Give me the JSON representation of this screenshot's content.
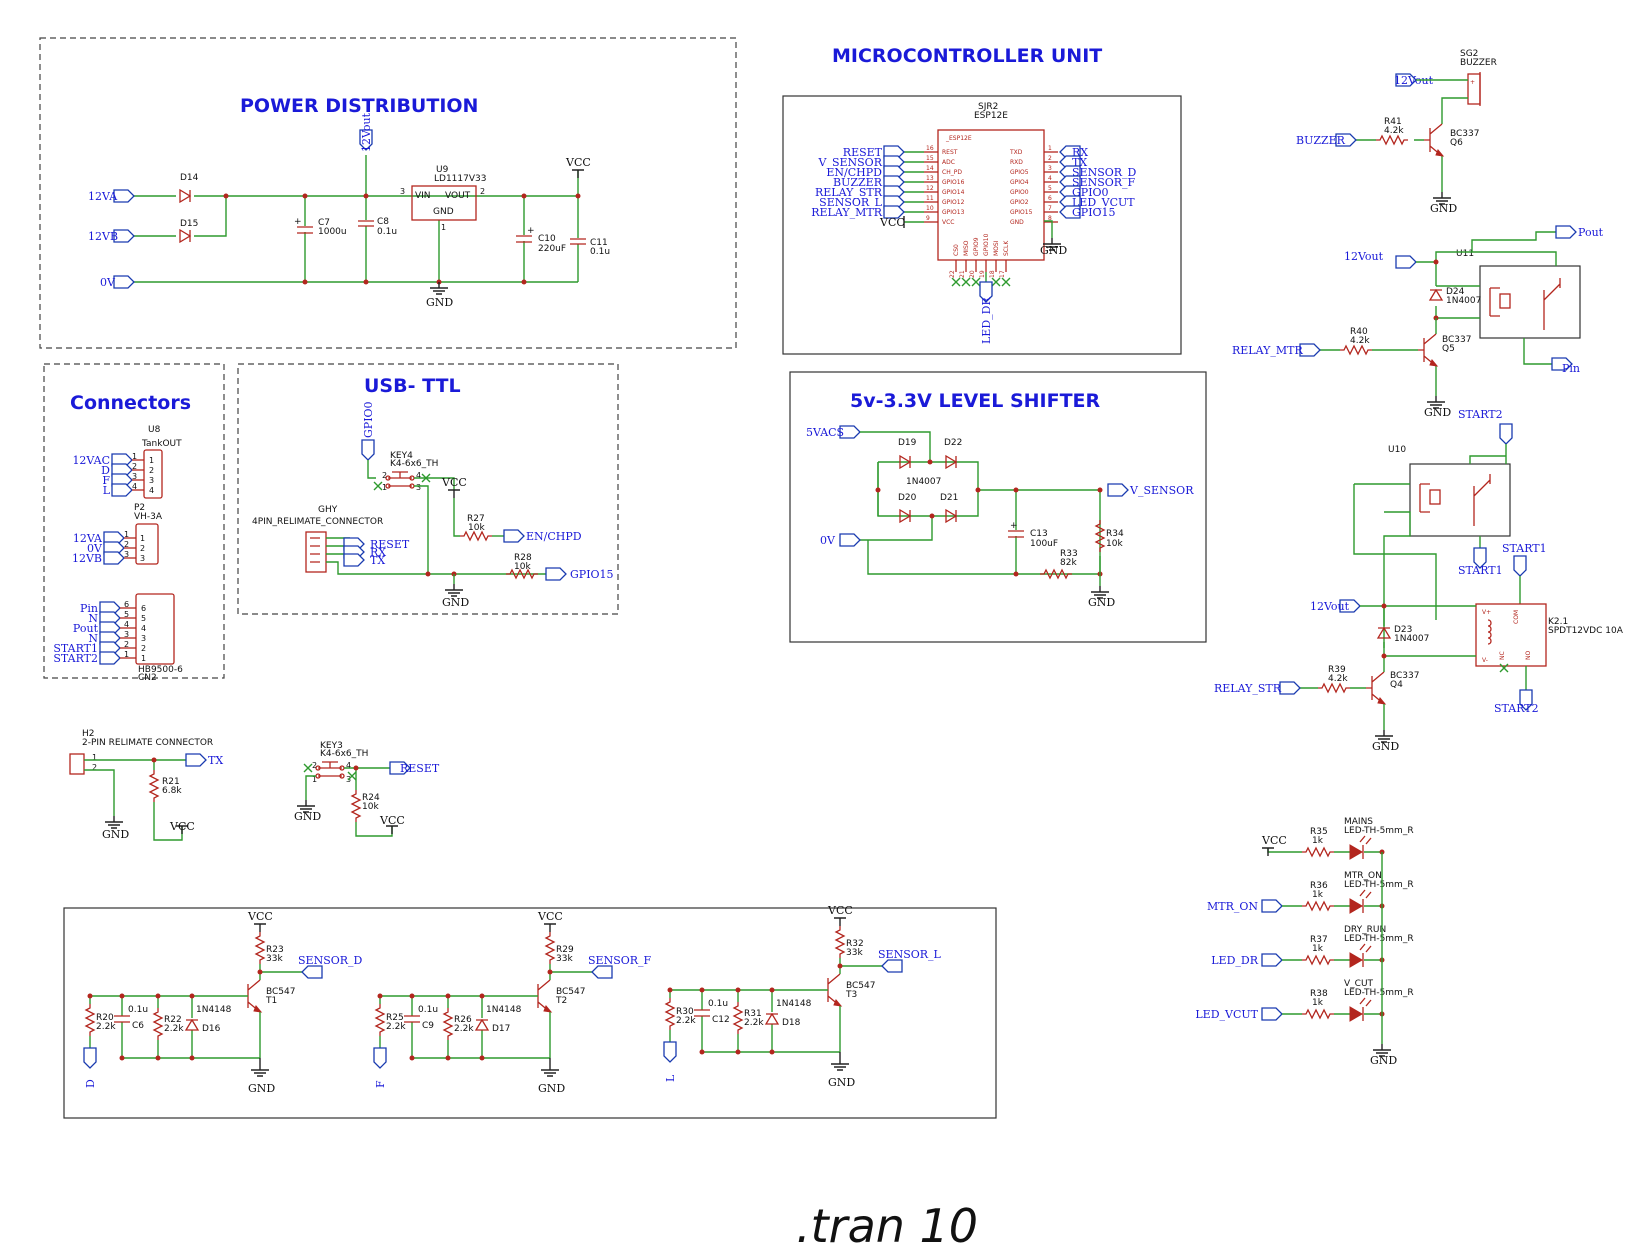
{
  "sections": {
    "power": "POWER DISTRIBUTION",
    "mcu": "MICROCONTROLLER UNIT",
    "connectors": "Connectors",
    "usb": "USB- TTL",
    "shifter": "5v-3.3V LEVEL SHIFTER"
  },
  "power": {
    "in_a": "12VA",
    "in_b": "12VB",
    "zero": "0V",
    "d14": "D14",
    "d15": "D15",
    "c7": "C7",
    "c7v": "1000u",
    "c8": "C8",
    "c8v": "0.1u",
    "vout": "12Vout",
    "u9": "U9",
    "u9p": "LD1117V33",
    "vin": "VIN",
    "voutpin": "VOUT",
    "gndpin": "GND",
    "p3": "3",
    "p2": "2",
    "p1": "1",
    "c10": "C10",
    "c10v": "220uF",
    "c11": "C11",
    "c11v": "0.1u",
    "vcc": "VCC",
    "gnd": "GND"
  },
  "mcu": {
    "ref": "SJR2",
    "part": "ESP12E",
    "inner": "_ESP12E",
    "left_nets": [
      "RESET",
      "V_SENSOR",
      "EN/CHPD",
      "BUZZER",
      "RELAY_STR",
      "SENSOR_L",
      "RELAY_MTR",
      "VCC"
    ],
    "left_pins": [
      "REST",
      "ADC",
      "CH_PD",
      "GPIO16",
      "GPIO14",
      "GPIO12",
      "GPIO13",
      "VCC"
    ],
    "left_nums": [
      "16",
      "15",
      "14",
      "13",
      "12",
      "11",
      "10",
      "9"
    ],
    "right_nets": [
      "RX",
      "TX",
      "SENSOR_D",
      "SENSOR_F",
      "GPIO0",
      "LED_VCUT",
      "GPIO15",
      "GND"
    ],
    "right_pins": [
      "TXD",
      "RXD",
      "GPIO5",
      "GPIO4",
      "GPIO0",
      "GPIO2",
      "GPIO15",
      "GND"
    ],
    "right_nums": [
      "1",
      "2",
      "3",
      "4",
      "5",
      "6",
      "7",
      "8"
    ],
    "bottom_pins": [
      "CS0",
      "MISO",
      "GPIO9",
      "GPIO10",
      "MOSI",
      "SCLK"
    ],
    "bottom_nums": [
      "22",
      "21",
      "20",
      "19",
      "18",
      "17"
    ],
    "led_dr": "LED_DR"
  },
  "connectors": {
    "u8": "U8",
    "u8p": "TankOUT",
    "u8_nets": [
      "12VAC",
      "D",
      "F",
      "L"
    ],
    "nums4": [
      "1",
      "2",
      "3",
      "4"
    ],
    "p2": "P2",
    "p2p": "VH-3A",
    "p2_nets": [
      "12VA",
      "0V",
      "12VB"
    ],
    "nums3": [
      "1",
      "2",
      "3"
    ],
    "cn2_nets": [
      "Pin",
      "N",
      "Pout",
      "N",
      "START1",
      "START2"
    ],
    "nums6": [
      "6",
      "5",
      "4",
      "3",
      "2",
      "1"
    ],
    "cn2p": "HB9500-6",
    "cn2": "CN2"
  },
  "usb": {
    "gpio0": "GPIO0",
    "key4": "KEY4",
    "key4p": "K4-6x6_TH",
    "k2": "2",
    "k4": "4",
    "k1": "1",
    "k3": "3",
    "vcc": "VCC",
    "r27": "R27",
    "r27v": "10k",
    "en": "EN/CHPD",
    "ghy": "GHY",
    "ghyp": "4PIN_RELIMATE_CONNECTOR",
    "nets": [
      "RESET",
      "RX",
      "TX"
    ],
    "r28": "R28",
    "r28v": "10k",
    "gpio15": "GPIO15",
    "gnd": "GND"
  },
  "shifter": {
    "in": "5VACS",
    "zero": "0V",
    "d19": "D19",
    "d22": "D22",
    "d20": "D20",
    "d21": "D21",
    "dp": "1N4007",
    "c13": "C13",
    "c13v": "100uF",
    "r33": "R33",
    "r33v": "82k",
    "r34": "R34",
    "r34v": "10k",
    "out": "V_SENSOR",
    "gnd": "GND"
  },
  "h2": {
    "ref": "H2",
    "part": "2-PIN RELIMATE CONNECTOR",
    "p1": "1",
    "p2": "2",
    "tx": "TX",
    "r21": "R21",
    "r21v": "6.8k",
    "gnd": "GND",
    "vcc": "VCC"
  },
  "key3": {
    "ref": "KEY3",
    "part": "K4-6x6_TH",
    "p2": "2",
    "p4": "4",
    "p1": "1",
    "p3": "3",
    "reset": "RESET",
    "r24": "R24",
    "r24v": "10k",
    "gnd": "GND",
    "vcc": "VCC"
  },
  "sensors": [
    {
      "vcc": "VCC",
      "r_top": "R23",
      "r_top_v": "33k",
      "out": "SENSOR_D",
      "tr": "BC547",
      "tref": "T1",
      "r_in": "R20",
      "r_in_v": "2.2k",
      "cap_v": "0.1u",
      "cap": "C6",
      "r_mid": "R22",
      "r_mid_v": "2.2k",
      "diode_p": "1N4148",
      "diode": "D16",
      "in": "D",
      "gnd": "GND"
    },
    {
      "vcc": "VCC",
      "r_top": "R29",
      "r_top_v": "33k",
      "out": "SENSOR_F",
      "tr": "BC547",
      "tref": "T2",
      "r_in": "R25",
      "r_in_v": "2.2k",
      "cap_v": "0.1u",
      "cap": "C9",
      "r_mid": "R26",
      "r_mid_v": "2.2k",
      "diode_p": "1N4148",
      "diode": "D17",
      "in": "F",
      "gnd": "GND"
    },
    {
      "vcc": "VCC",
      "r_top": "R32",
      "r_top_v": "33k",
      "out": "SENSOR_L",
      "tr": "BC547",
      "tref": "T3",
      "r_in": "R30",
      "r_in_v": "2.2k",
      "cap_v": "0.1u",
      "cap": "C12",
      "r_mid": "R31",
      "r_mid_v": "2.2k",
      "diode_p": "1N4148",
      "diode": "D18",
      "in": "L",
      "gnd": "GND"
    }
  ],
  "buzzer": {
    "vout": "12Vout",
    "sg2": "SG2",
    "sg2p": "BUZZER",
    "r41": "R41",
    "r41v": "4.2k",
    "net": "BUZZER",
    "q": "Q6",
    "qp": "BC337",
    "gnd": "GND"
  },
  "relay_mtr": {
    "vout": "12Vout",
    "u11": "U11",
    "pout": "Pout",
    "pin": "Pin",
    "d24": "D24",
    "d24p": "1N4007",
    "r40": "R40",
    "r40v": "4.2k",
    "net": "RELAY_MTR",
    "q": "Q5",
    "qp": "BC337",
    "gnd": "GND"
  },
  "relay_str": {
    "u10": "U10",
    "start2": "START2",
    "start1": "START1",
    "vout": "12Vout",
    "d23": "D23",
    "d23p": "1N4007",
    "r39": "R39",
    "r39v": "4.2k",
    "net": "RELAY_STR",
    "q": "Q4",
    "qp": "BC337",
    "gnd": "GND",
    "k21": "K2.1",
    "k21p": "SPDT12VDC 10A",
    "com": "COM",
    "nc": "NC",
    "no": "NO",
    "vplus": "V+",
    "vminus": "V-"
  },
  "leds": {
    "vcc": "VCC",
    "rows": [
      {
        "net": "",
        "r": "R35",
        "rv": "1k",
        "name": "MAINS",
        "part": "LED-TH-5mm_R"
      },
      {
        "net": "MTR_ON",
        "r": "R36",
        "rv": "1k",
        "name": "MTR_ON",
        "part": "LED-TH-5mm_R"
      },
      {
        "net": "LED_DR",
        "r": "R37",
        "rv": "1k",
        "name": "DRY_RUN",
        "part": "LED-TH-5mm_R"
      },
      {
        "net": "LED_VCUT",
        "r": "R38",
        "rv": "1k",
        "name": "V_CUT",
        "part": "LED-TH-5mm_R"
      }
    ],
    "gnd": "GND"
  },
  "footer": ".tran 10"
}
